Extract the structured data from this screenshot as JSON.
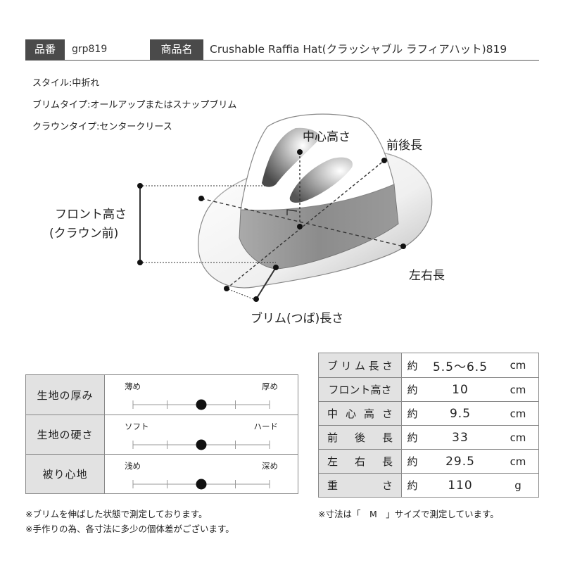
{
  "header": {
    "code_label": "品番",
    "code_value": "grp819",
    "name_label": "商品名",
    "name_value": "Crushable Raffia Hat(クラッシャブル ラフィアハット)819"
  },
  "specs": [
    "スタイル:中折れ",
    "ブリムタイプ:オールアップまたはスナップブリム",
    "クラウンタイプ:センタークリース"
  ],
  "diagram": {
    "center_height": "中心高さ",
    "front_back": "前後長",
    "front_height_1": "フロント高さ",
    "front_height_2": "(クラウン前)",
    "side_width": "左右長",
    "brim_length": "ブリム(つば)長さ"
  },
  "characteristics": [
    {
      "label": "生地の厚み",
      "min": "薄め",
      "max": "厚め",
      "level": 0.5
    },
    {
      "label": "生地の硬さ",
      "min": "ソフト",
      "max": "ハード",
      "level": 0.5
    },
    {
      "label": "被り心地",
      "min": "浅め",
      "max": "深め",
      "level": 0.5
    }
  ],
  "measurements": [
    {
      "label": [
        "ブ",
        "リ",
        "ム",
        "長",
        "さ"
      ],
      "approx": "約",
      "value": "5.5～6.5",
      "unit": "cm"
    },
    {
      "label": [
        "フロント高さ"
      ],
      "approx": "約",
      "value": "10",
      "unit": "cm"
    },
    {
      "label": [
        "中",
        "心",
        "高",
        "さ"
      ],
      "approx": "約",
      "value": "9.5",
      "unit": "cm"
    },
    {
      "label": [
        "前",
        "後",
        "長"
      ],
      "approx": "約",
      "value": "33",
      "unit": "cm"
    },
    {
      "label": [
        "左",
        "右",
        "長"
      ],
      "approx": "約",
      "value": "29.5",
      "unit": "cm"
    },
    {
      "label": [
        "重",
        "さ"
      ],
      "approx": "約",
      "value": "110",
      "unit": "g"
    }
  ],
  "notes": {
    "left_1": "※ブリムを伸ばした状態で測定しております。",
    "left_2": "※手作りの為、各寸法に多少の個体差がございます。",
    "right_1": "※寸法は「　M　」サイズで測定しています。"
  }
}
